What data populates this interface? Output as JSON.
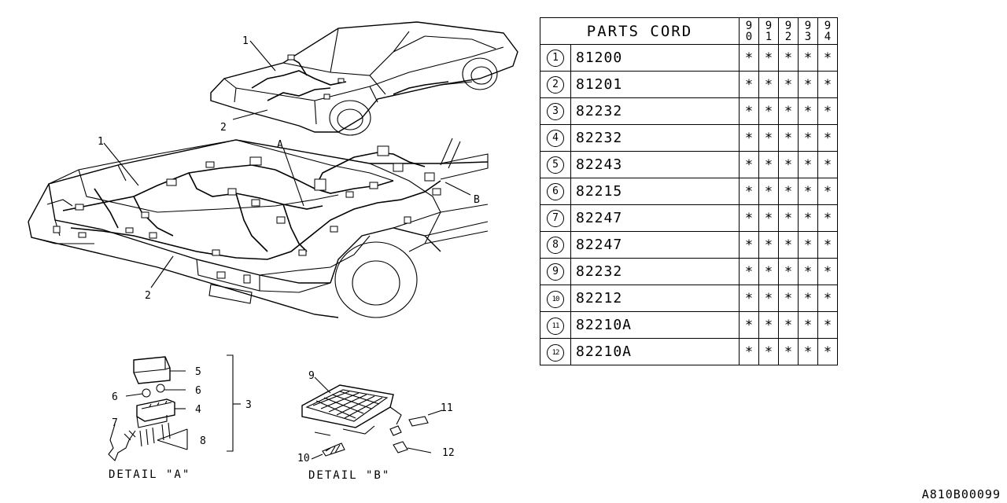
{
  "table": {
    "header": "PARTS CORD",
    "years": [
      [
        "9",
        "0"
      ],
      [
        "9",
        "1"
      ],
      [
        "9",
        "2"
      ],
      [
        "9",
        "3"
      ],
      [
        "9",
        "4"
      ]
    ],
    "rows": [
      {
        "no": "1",
        "part": "81200",
        "marks": [
          "*",
          "*",
          "*",
          "*",
          "*"
        ]
      },
      {
        "no": "2",
        "part": "81201",
        "marks": [
          "*",
          "*",
          "*",
          "*",
          "*"
        ]
      },
      {
        "no": "3",
        "part": "82232",
        "marks": [
          "*",
          "*",
          "*",
          "*",
          "*"
        ]
      },
      {
        "no": "4",
        "part": "82232",
        "marks": [
          "*",
          "*",
          "*",
          "*",
          "*"
        ]
      },
      {
        "no": "5",
        "part": "82243",
        "marks": [
          "*",
          "*",
          "*",
          "*",
          "*"
        ]
      },
      {
        "no": "6",
        "part": "82215",
        "marks": [
          "*",
          "*",
          "*",
          "*",
          "*"
        ]
      },
      {
        "no": "7",
        "part": "82247",
        "marks": [
          "*",
          "*",
          "*",
          "*",
          "*"
        ]
      },
      {
        "no": "8",
        "part": "82247",
        "marks": [
          "*",
          "*",
          "*",
          "*",
          "*"
        ]
      },
      {
        "no": "9",
        "part": "82232",
        "marks": [
          "*",
          "*",
          "*",
          "*",
          "*"
        ]
      },
      {
        "no": "10",
        "part": "82212",
        "marks": [
          "*",
          "*",
          "*",
          "*",
          "*"
        ]
      },
      {
        "no": "11",
        "part": "82210A",
        "marks": [
          "*",
          "*",
          "*",
          "*",
          "*"
        ]
      },
      {
        "no": "12",
        "part": "82210A",
        "marks": [
          "*",
          "*",
          "*",
          "*",
          "*"
        ]
      }
    ]
  },
  "callouts": {
    "car_top_1": "1",
    "car_top_2": "2",
    "car_main_1": "1",
    "car_main_2": "2",
    "detail_a_marker": "A",
    "detail_b_marker": "B",
    "a_5": "5",
    "a_6_left": "6",
    "a_6_right": "6",
    "a_4": "4",
    "a_3": "3",
    "a_7": "7",
    "a_8": "8",
    "b_9": "9",
    "b_11": "11",
    "b_10": "10",
    "b_12": "12"
  },
  "detail_a_label": "DETAIL \"A\"",
  "detail_b_label": "DETAIL \"B\"",
  "diagram_code": "A810B00099"
}
